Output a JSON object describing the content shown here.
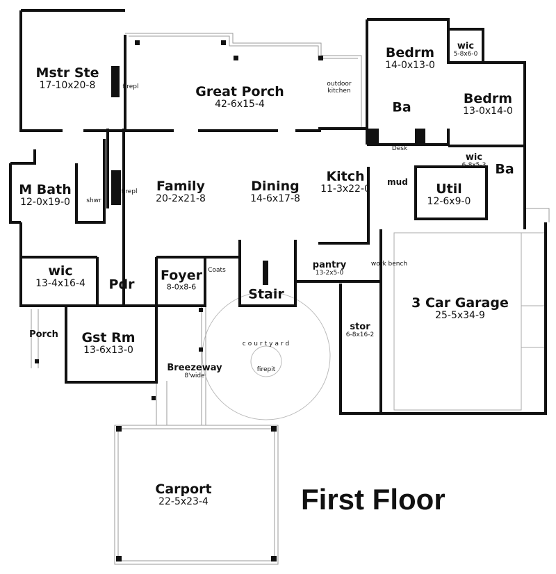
{
  "title": "First Floor",
  "rooms": [
    {
      "name": "Mstr Ste",
      "dims": "17-10x20-8"
    },
    {
      "name": "Great Porch",
      "dims": "42-6x15-4"
    },
    {
      "name": "Bedrm",
      "dims": "14-0x13-0"
    },
    {
      "name": "wic",
      "dims": "5-8x6-0"
    },
    {
      "name": "Bedrm",
      "dims": "13-0x14-0"
    },
    {
      "name": "Ba",
      "dims": ""
    },
    {
      "name": "M Bath",
      "dims": "12-0x19-0"
    },
    {
      "name": "Family",
      "dims": "20-2x21-8"
    },
    {
      "name": "Dining",
      "dims": "14-6x17-8"
    },
    {
      "name": "Kitch",
      "dims": "11-3x22-0"
    },
    {
      "name": "wic",
      "dims": "6-8x5-3"
    },
    {
      "name": "Ba",
      "dims": ""
    },
    {
      "name": "Util",
      "dims": "12-6x9-0"
    },
    {
      "name": "wic",
      "dims": "13-4x16-4"
    },
    {
      "name": "Pdr",
      "dims": ""
    },
    {
      "name": "Foyer",
      "dims": "8-0x8-6"
    },
    {
      "name": "Stair",
      "dims": ""
    },
    {
      "name": "pantry",
      "dims": "13-2x5-0"
    },
    {
      "name": "3 Car Garage",
      "dims": "25-5x34-9"
    },
    {
      "name": "stor",
      "dims": "6-8x16-2"
    },
    {
      "name": "Porch",
      "dims": ""
    },
    {
      "name": "Gst Rm",
      "dims": "13-6x13-0"
    },
    {
      "name": "Breezeway",
      "dims": "8'wide"
    },
    {
      "name": "Carport",
      "dims": "22-5x23-4"
    }
  ],
  "notes": {
    "firepl_1": "firepl",
    "firepl_2": "firepl",
    "outdoor_kitchen": "outdoor kitchen",
    "desk": "Desk",
    "mud": "mud",
    "shwr": "shwr",
    "coats": "Coats",
    "work_bench": "work bench",
    "courtyard": "courtyard",
    "firepit": "firepit"
  }
}
